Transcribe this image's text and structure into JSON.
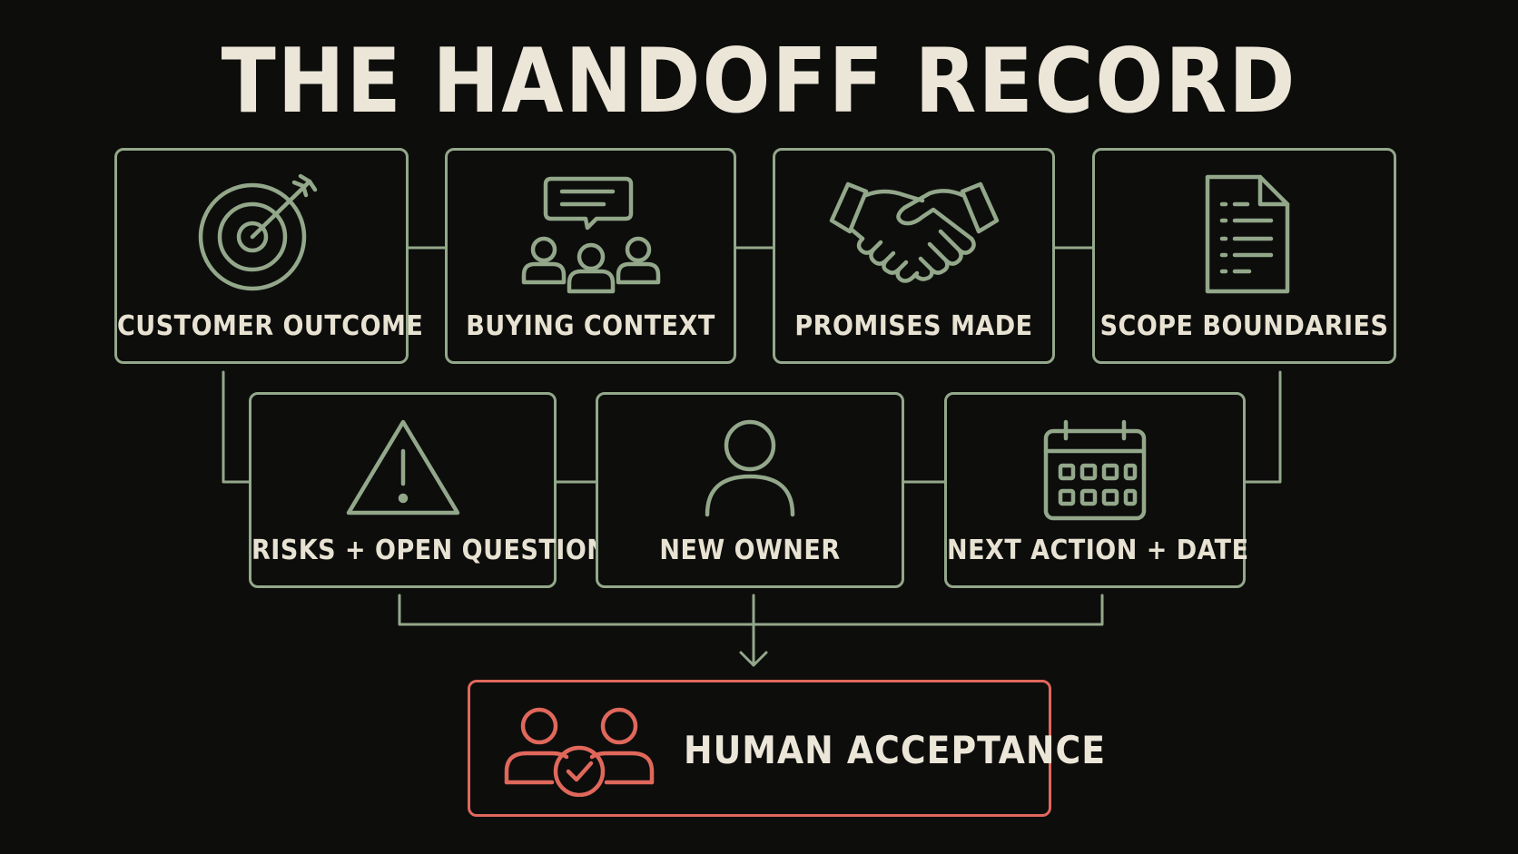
{
  "title": "THE HANDOFF RECORD",
  "colors": {
    "background": "#0d0d0c",
    "box_stroke": "#93a88a",
    "accent": "#e0685b",
    "text": "#ece6d8"
  },
  "row1": [
    {
      "label": "CUSTOMER OUTCOME",
      "icon": "target-icon"
    },
    {
      "label": "BUYING CONTEXT",
      "icon": "group-discussion-icon"
    },
    {
      "label": "PROMISES MADE",
      "icon": "handshake-icon"
    },
    {
      "label": "SCOPE BOUNDARIES",
      "icon": "document-icon"
    }
  ],
  "row2": [
    {
      "label": "RISKS + OPEN QUESTIONS",
      "icon": "warning-icon"
    },
    {
      "label": "NEW OWNER",
      "icon": "person-icon"
    },
    {
      "label": "NEXT ACTION + DATE",
      "icon": "calendar-icon"
    }
  ],
  "result": {
    "label": "HUMAN ACCEPTANCE",
    "icon": "people-check-icon"
  }
}
